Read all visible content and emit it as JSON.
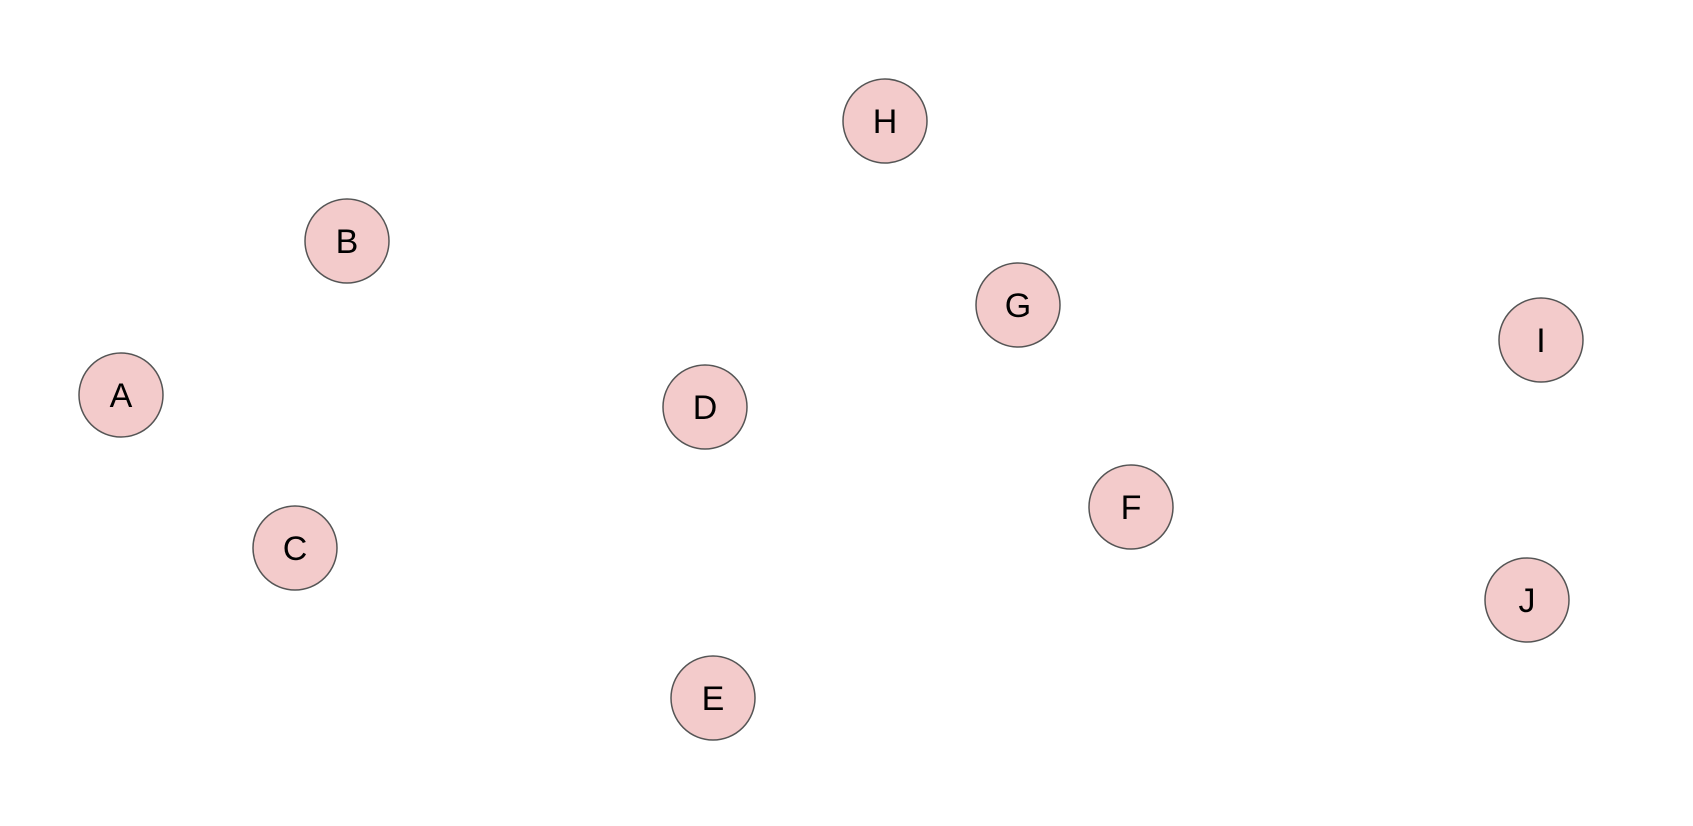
{
  "diagram": {
    "colors": {
      "node_fill": "#f3cbcb",
      "node_stroke": "#555555",
      "label": "#000000",
      "background": "#ffffff"
    },
    "nodes": [
      {
        "id": "A",
        "label": "A"
      },
      {
        "id": "B",
        "label": "B"
      },
      {
        "id": "C",
        "label": "C"
      },
      {
        "id": "D",
        "label": "D"
      },
      {
        "id": "E",
        "label": "E"
      },
      {
        "id": "F",
        "label": "F"
      },
      {
        "id": "G",
        "label": "G"
      },
      {
        "id": "H",
        "label": "H"
      },
      {
        "id": "I",
        "label": "I"
      },
      {
        "id": "J",
        "label": "J"
      }
    ],
    "edges": []
  }
}
